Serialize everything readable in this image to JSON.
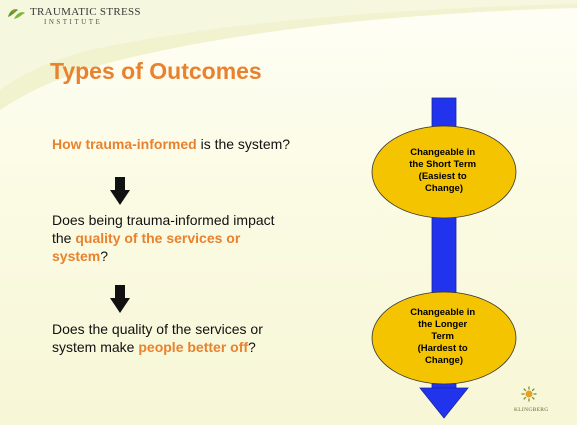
{
  "header": {
    "logo_line1": "TRAUMATIC STRESS",
    "logo_line2": "INSTITUTE"
  },
  "slide": {
    "title": "Types of Outcomes",
    "q1": {
      "highlight": "How trauma-informed",
      "rest": " is the system?"
    },
    "q2": {
      "prefix": "Does being trauma-informed impact the ",
      "highlight": "quality of the services or system",
      "suffix": "?"
    },
    "q3": {
      "prefix": "Does the quality of the services or system make ",
      "highlight": "people better off",
      "suffix": "?"
    }
  },
  "diagram": {
    "top_oval": [
      "Changeable in",
      "the Short Term",
      "(Easiest to",
      "Change)"
    ],
    "bottom_oval": [
      "Changeable in",
      "the Longer",
      "Term",
      "(Hardest to",
      "Change)"
    ]
  },
  "footer": {
    "mark_text": "KLINGBERG"
  },
  "colors": {
    "accent": "#e8822e",
    "arrow_blue": "#2233ee",
    "oval_fill": "#f5c400"
  }
}
